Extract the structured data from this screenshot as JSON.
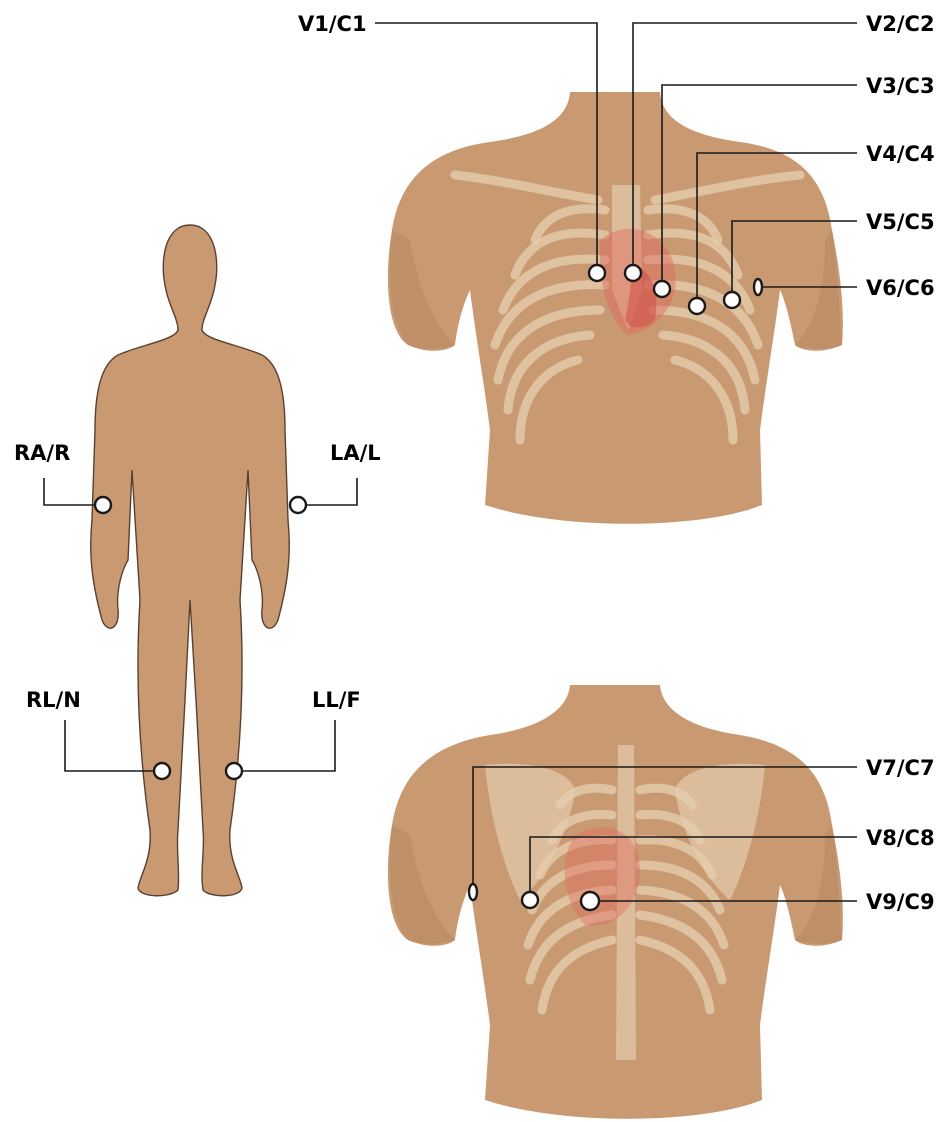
{
  "colors": {
    "skin": "#c99a72",
    "skin_shadow": "#b6835b",
    "bone": "#e6cfb0",
    "heart": "#e0675a",
    "electrode_fill": "#ffffff",
    "line": "#1a1a1a"
  },
  "limb_leads": {
    "ra": "RA/R",
    "la": "LA/L",
    "rl": "RL/N",
    "ll": "LL/F"
  },
  "chest_leads": {
    "v1": "V1/C1",
    "v2": "V2/C2",
    "v3": "V3/C3",
    "v4": "V4/C4",
    "v5": "V5/C5",
    "v6": "V6/C6"
  },
  "back_leads": {
    "v7": "V7/C7",
    "v8": "V8/C8",
    "v9": "V9/C9"
  }
}
